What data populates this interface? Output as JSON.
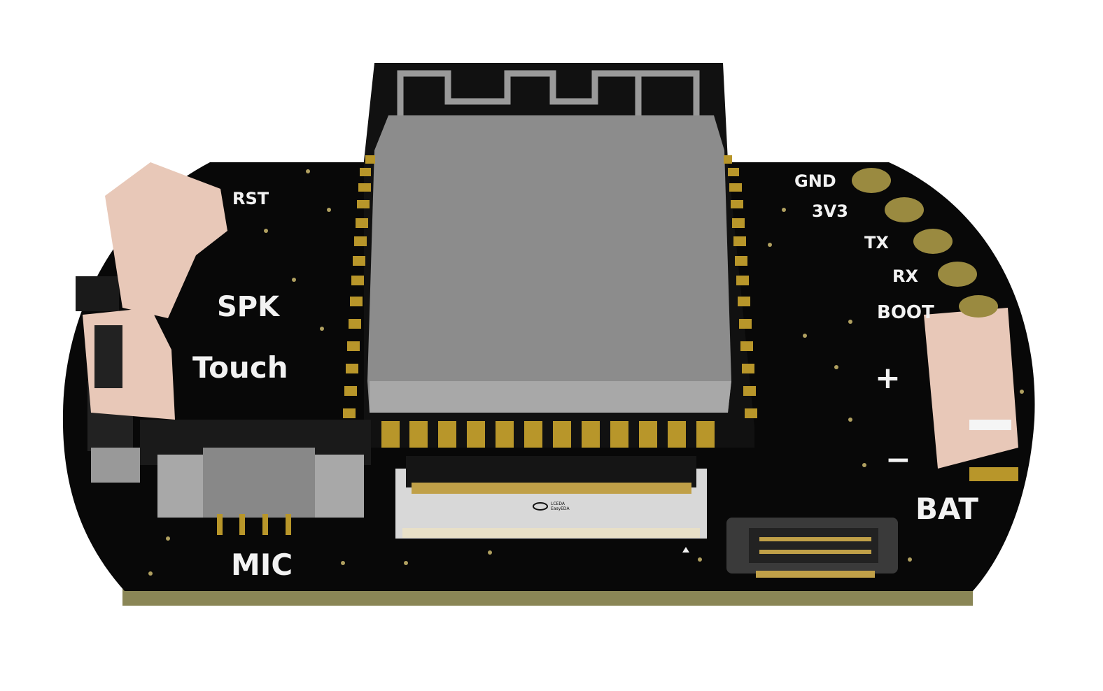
{
  "board": {
    "labels": {
      "rst": "RST",
      "spk": "SPK",
      "touch": "Touch",
      "mic": "MIC",
      "gnd": "GND",
      "v3v3": "3V3",
      "tx": "TX",
      "rx": "RX",
      "boot": "BOOT",
      "plus": "+",
      "minus": "−",
      "bat": "BAT"
    },
    "fpc_logo": {
      "line1": "LCEDA",
      "line2": "EasyEDA"
    }
  },
  "colors": {
    "pcb": "#080808",
    "edge": "#8a8656",
    "shield": "#8c8c8c",
    "gold": "#b8962a",
    "connector": "#e8c8b8"
  }
}
